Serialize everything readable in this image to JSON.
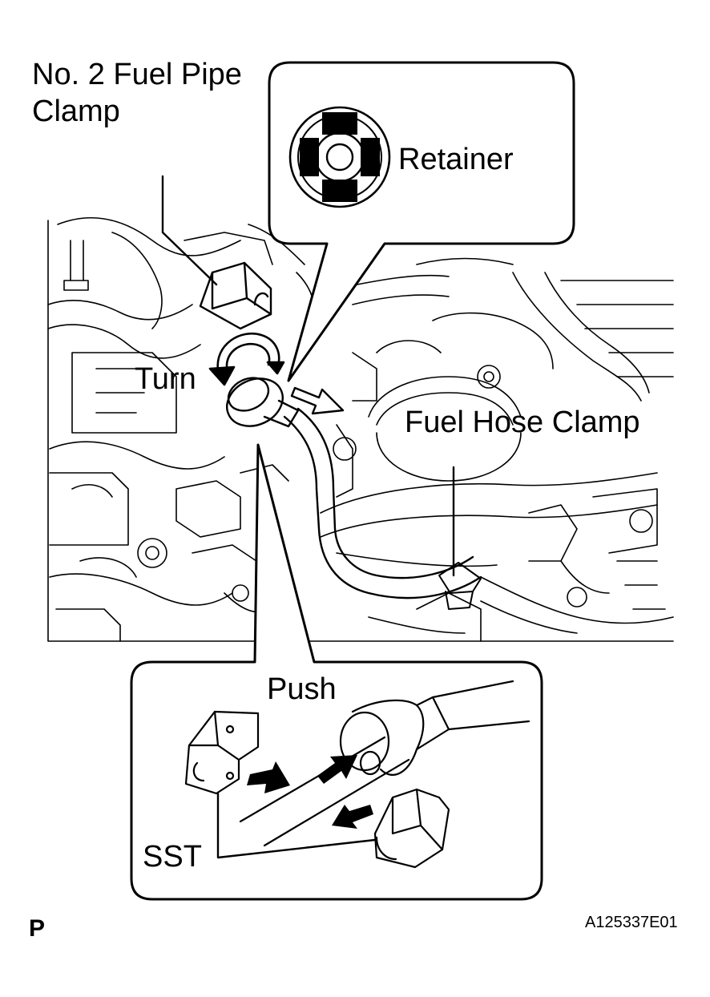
{
  "labels": {
    "fuel_pipe_clamp_line1": "No. 2 Fuel Pipe",
    "fuel_pipe_clamp_line2": "Clamp",
    "retainer": "Retainer",
    "turn": "Turn",
    "fuel_hose_clamp": "Fuel Hose Clamp",
    "push": "Push",
    "sst": "SST",
    "corner_p": "P",
    "figure_id": "A125337E01"
  },
  "colors": {
    "ink": "#000000",
    "paper": "#ffffff"
  },
  "icons": [
    "retainer-icon",
    "turn-arrow-icon",
    "push-arrow-icon",
    "clamp-part-icon",
    "sst-tool-icon"
  ]
}
